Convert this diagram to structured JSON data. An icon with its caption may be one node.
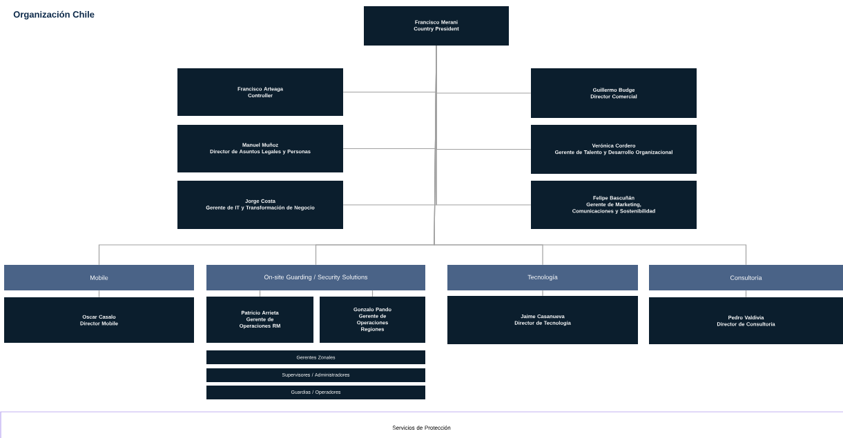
{
  "diagram": {
    "title": "Organización Chile",
    "nodes": [
      {
        "text": [
          "Francisco Merani",
          "Country President"
        ]
      },
      {
        "text": [
          "Francisco Arteaga",
          "Controller"
        ]
      },
      {
        "text": [
          "Guillermo Budge",
          "Director Comercial"
        ]
      },
      {
        "text": [
          "Manuel Muñoz",
          "Director de Asuntos Legales y Personas"
        ]
      },
      {
        "text": [
          "Verónica Cordero",
          "Gerente de Talento y Desarrollo Organizacional"
        ]
      },
      {
        "text": [
          "Jorge Costa",
          "Gerente de IT y Transformación de Negocio"
        ]
      },
      {
        "text": [
          "Felipe Bascuñán",
          "Gerente de Marketing, Comunicaciones y Sostenibilidad"
        ]
      },
      {
        "text": [
          "Mobile"
        ]
      },
      {
        "text": [
          "Oscar Casalo",
          "Director Mobile"
        ]
      },
      {
        "text": [
          "On-site Guarding / Security Solutions"
        ]
      },
      {
        "text": [
          "Patricio Arrieta",
          "Gerente de Operaciones RM"
        ]
      },
      {
        "text": [
          "Gonzalo Pando",
          "Gerente de Operaciones Regiones"
        ]
      },
      {
        "text": [
          "Gerentes Zonales"
        ]
      },
      {
        "text": [
          "Supervisores / Administradores"
        ]
      },
      {
        "text": [
          "Guardias / Operadores"
        ]
      },
      {
        "text": [
          "Tecnología"
        ]
      },
      {
        "text": [
          "Jaime Casanueva",
          "Director de Tecnología"
        ]
      },
      {
        "text": [
          "Consultoría"
        ]
      },
      {
        "text": [
          "Pedro Valdivia",
          "Director de Consultoría"
        ]
      },
      {
        "text": [
          "Servicios de Protección"
        ]
      }
    ],
    "edges": [
      {
        "from": 0,
        "to": 1,
        "arrow": "none"
      },
      {
        "from": 0,
        "to": 2,
        "arrow": "none"
      },
      {
        "from": 0,
        "to": 3,
        "arrow": "none"
      },
      {
        "from": 0,
        "to": 4,
        "arrow": "none"
      },
      {
        "from": 0,
        "to": 5,
        "arrow": "none"
      },
      {
        "from": 0,
        "to": 6,
        "arrow": "none"
      },
      {
        "from": 0,
        "to": 7,
        "arrow": "none"
      },
      {
        "from": 0,
        "to": 9,
        "arrow": "none"
      },
      {
        "from": 0,
        "to": 15,
        "arrow": "none"
      },
      {
        "from": 0,
        "to": 17,
        "arrow": "none"
      },
      {
        "from": 7,
        "to": 8,
        "arrow": "none"
      },
      {
        "from": 9,
        "to": 10,
        "arrow": "none"
      },
      {
        "from": 9,
        "to": 11,
        "arrow": "none"
      },
      {
        "from": 15,
        "to": 16,
        "arrow": "none"
      },
      {
        "from": 17,
        "to": 18,
        "arrow": "none"
      }
    ]
  }
}
